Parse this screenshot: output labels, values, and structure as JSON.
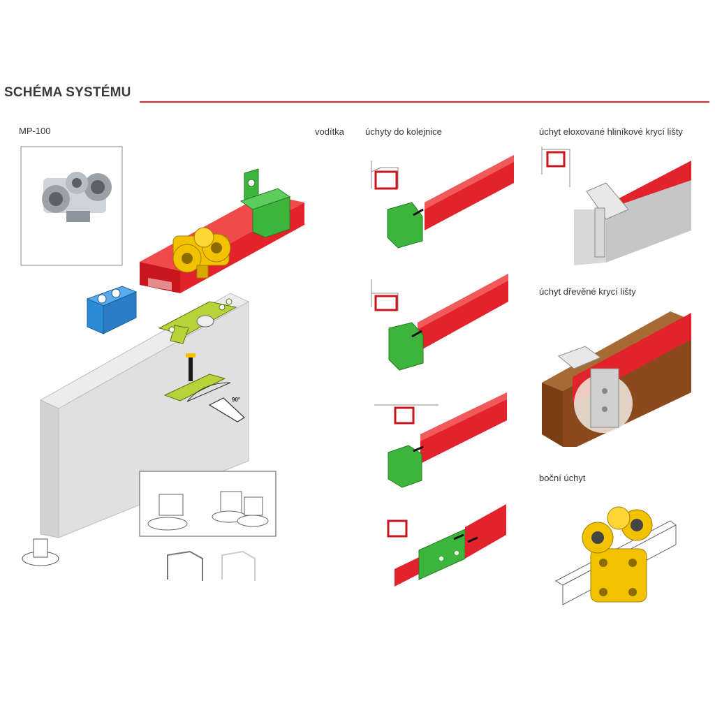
{
  "header": {
    "title": "SCHÉMA SYSTÉMU",
    "accent_color": "#e3232b"
  },
  "labels": {
    "model": "MP-100",
    "guide": "vodítka",
    "rail_mounts": "úchyty do kolejnice",
    "anodized_cover_mount": "úchyt eloxované hliníkové krycí lišty",
    "wood_cover_mount": "úchyt dřevěné krycí lišty",
    "side_mount": "boční úchyt"
  },
  "annotations": {
    "angle": "90°"
  },
  "colors": {
    "rail_red": "#e3232b",
    "bracket_green": "#3db53d",
    "carriage_yellow": "#f2c200",
    "stopper_blue": "#2a8ad8",
    "plate_lime": "#b6d43a",
    "wood_brown": "#8a4a1e",
    "aluminium": "#c8c8c8"
  }
}
